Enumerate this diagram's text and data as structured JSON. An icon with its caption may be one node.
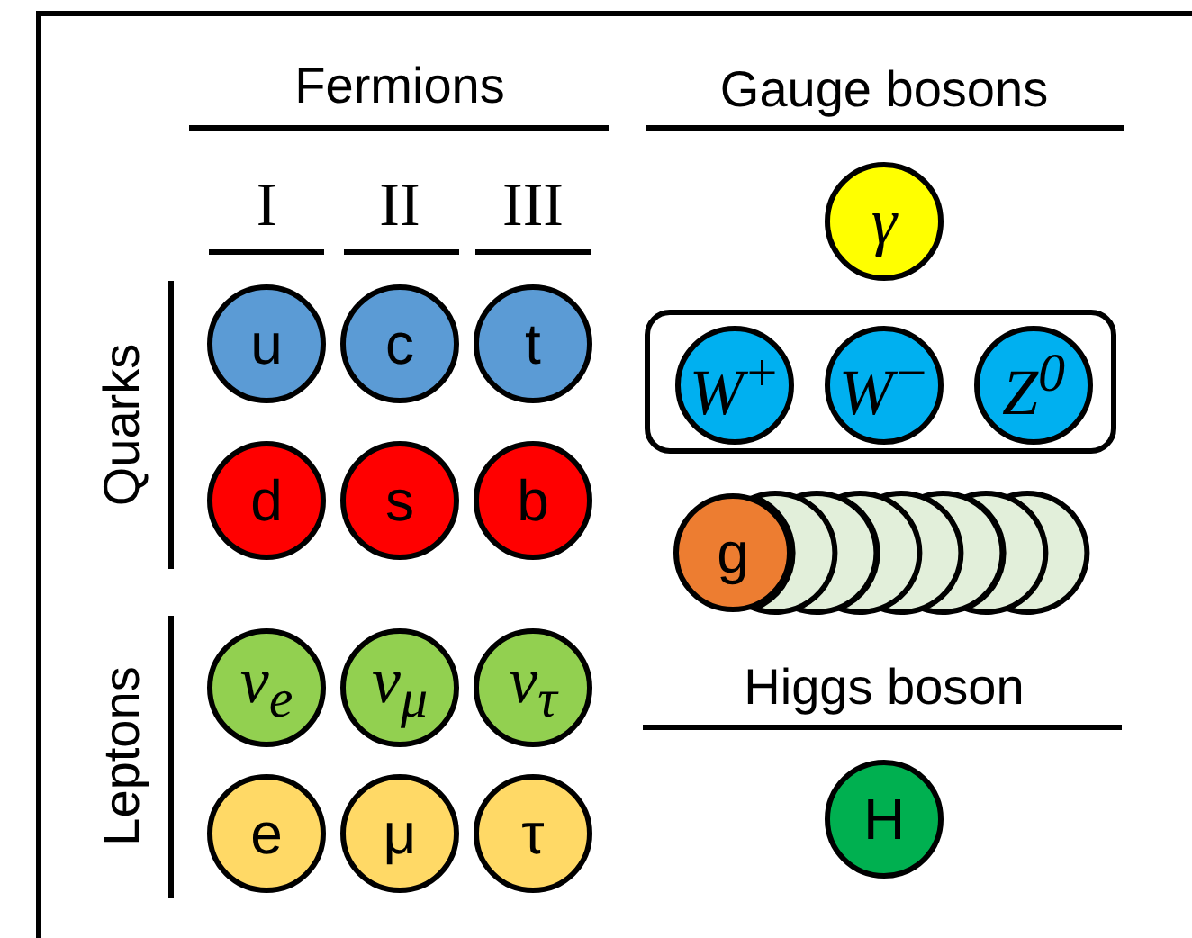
{
  "diagram": {
    "nodes": [
      {
        "text": [
          "γ"
        ]
      },
      {
        "text": [
          "u"
        ]
      },
      {
        "text": [
          "c"
        ]
      },
      {
        "text": [
          "t"
        ]
      },
      {
        "text": [],
        "shape": "box"
      },
      {
        "text": [
          "W$^{+}$"
        ],
        "in": 4
      },
      {
        "text": [
          "W$^{−}$"
        ],
        "in": 4
      },
      {
        "text": [
          "Z$^{0}$"
        ],
        "in": 4
      },
      {
        "text": [
          "d"
        ]
      },
      {
        "text": [
          "s"
        ]
      },
      {
        "text": [
          "b"
        ]
      },
      {
        "text": [
          "g"
        ]
      },
      {
        "text": [],
        "shape": "circle"
      },
      {
        "text": [],
        "shape": "circle"
      },
      {
        "text": [],
        "shape": "circle"
      },
      {
        "text": [],
        "shape": "circle"
      },
      {
        "text": [],
        "shape": "circle"
      },
      {
        "text": [],
        "shape": "circle"
      },
      {
        "text": [],
        "shape": "circle"
      },
      {
        "text": [
          "ν$_{e}$"
        ]
      },
      {
        "text": [
          "ν$_{μ}$"
        ]
      },
      {
        "text": [
          "ν$_{τ}$"
        ]
      },
      {
        "text": [
          "e"
        ]
      },
      {
        "text": [
          "μ"
        ]
      },
      {
        "text": [
          "τ"
        ]
      },
      {
        "text": [
          "H"
        ]
      }
    ],
    "labels": [
      "Fermions",
      "Gauge bosons",
      "I",
      "II",
      "III",
      "Quarks",
      "Leptons",
      "Higgs boson"
    ]
  }
}
